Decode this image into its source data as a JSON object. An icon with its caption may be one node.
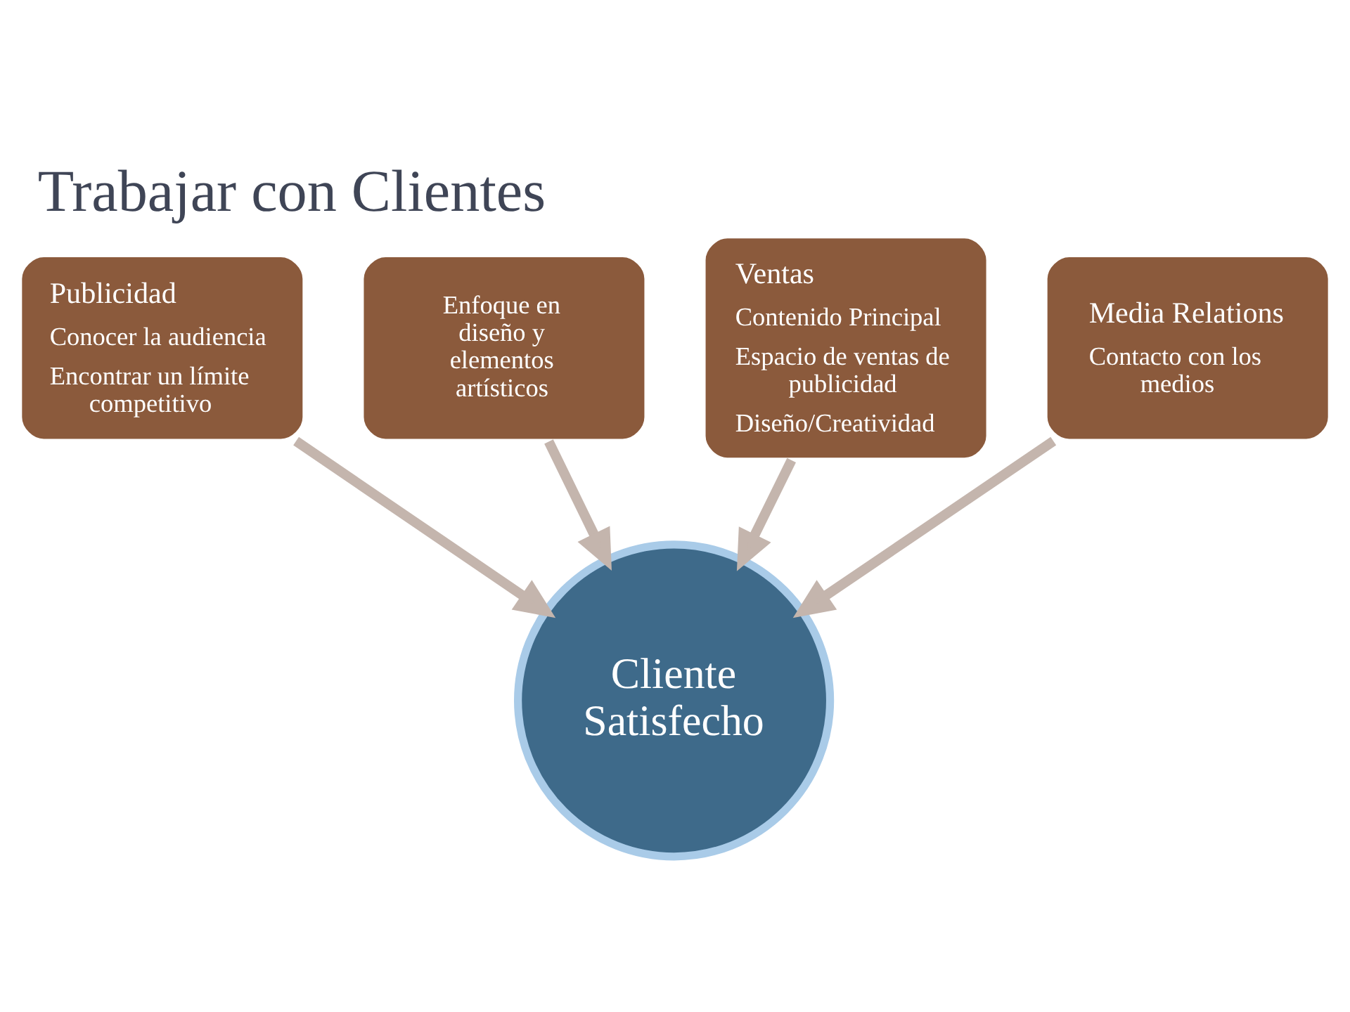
{
  "diagram": {
    "title": "Trabajar con Clientes",
    "nodes": [
      {
        "text": [
          "Publicidad",
          "Conocer la audiencia",
          "Encontrar un límite competitivo"
        ]
      },
      {
        "text": [
          "Enfoque en diseño y elementos artísticos"
        ]
      },
      {
        "text": [
          "Ventas",
          "Contenido Principal",
          "Espacio de ventas de publicidad",
          "Diseño/Creatividad"
        ]
      },
      {
        "text": [
          "Media Relations",
          "Contacto con los medios"
        ]
      },
      {
        "text": [
          "Cliente Satisfecho"
        ]
      }
    ],
    "edges": [
      {
        "from": 0,
        "to": 4,
        "arrow": "to"
      },
      {
        "from": 1,
        "to": 4,
        "arrow": "to"
      },
      {
        "from": 2,
        "to": 4,
        "arrow": "to"
      },
      {
        "from": 3,
        "to": 4,
        "arrow": "to"
      }
    ]
  }
}
